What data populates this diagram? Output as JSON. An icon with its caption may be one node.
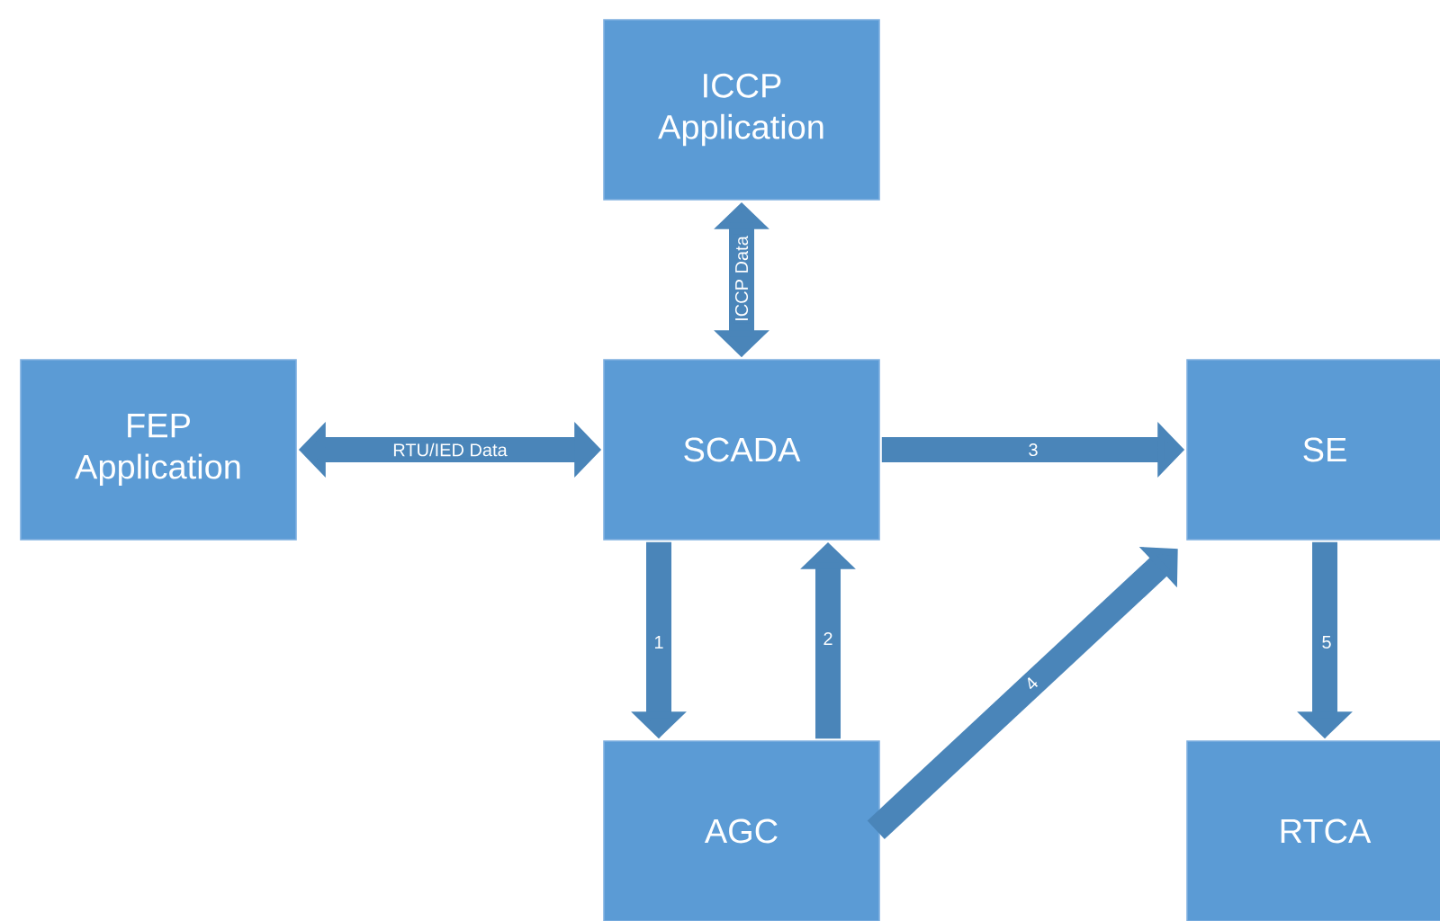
{
  "diagram": {
    "nodes": [
      {
        "text": [
          "ICCP Application"
        ]
      },
      {
        "text": [
          "FEP Application"
        ]
      },
      {
        "text": [
          "SCADA"
        ]
      },
      {
        "text": [
          "SE"
        ]
      },
      {
        "text": [
          "AGC"
        ]
      },
      {
        "text": [
          "RTCA"
        ]
      }
    ],
    "edges": [
      {
        "from": 1,
        "to": 2,
        "arrow": "both",
        "label": "RTU/IED Data"
      },
      {
        "from": 0,
        "to": 2,
        "arrow": "both",
        "label": "ICCP Data"
      },
      {
        "from": 2,
        "to": 4,
        "arrow": "to",
        "label": "1"
      },
      {
        "from": 4,
        "to": 2,
        "arrow": "to",
        "label": "2"
      },
      {
        "from": 2,
        "to": 3,
        "arrow": "to",
        "label": "3"
      },
      {
        "from": 4,
        "to": 3,
        "arrow": "to",
        "label": "4"
      },
      {
        "from": 3,
        "to": 5,
        "arrow": "to",
        "label": "5"
      }
    ]
  }
}
